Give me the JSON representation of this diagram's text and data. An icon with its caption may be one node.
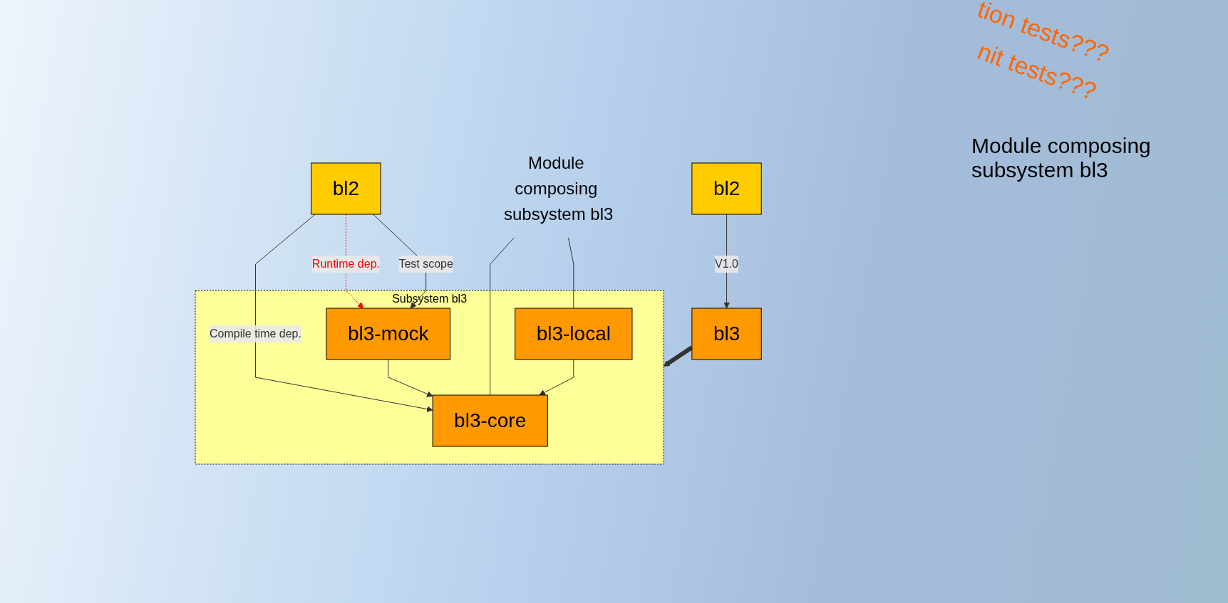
{
  "diagram": {
    "nodes": [
      {
        "text": [
          "bl2"
        ]
      },
      {
        "text": [
          "bl3"
        ]
      },
      {
        "text": [
          "bl2"
        ]
      },
      {
        "text": [
          "Subsystem bl3"
        ]
      },
      {
        "text": [
          "bl3-core"
        ],
        "in": 3
      },
      {
        "text": [
          "bl3-local"
        ],
        "in": 3
      },
      {
        "text": [
          "bl3-mock"
        ],
        "in": 3
      },
      {
        "text": [
          "Module composing subsystem bl3"
        ]
      }
    ],
    "edges": [
      {
        "from": 0,
        "to": 1,
        "arrow": "to",
        "label": "V1.0"
      },
      {
        "from": 2,
        "to": 4,
        "arrow": "to",
        "label": "Compile time dep."
      },
      {
        "from": 2,
        "to": 6,
        "arrow": "to",
        "label": "Runtime dep.",
        "style": "dashed",
        "color": "#ff0000"
      },
      {
        "from": 2,
        "to": 6,
        "arrow": "to",
        "label": "Test scope"
      },
      {
        "from": 5,
        "to": 4,
        "arrow": "to"
      },
      {
        "from": 6,
        "to": 4,
        "arrow": "to"
      },
      {
        "from": 7,
        "to": 4,
        "arrow": "none"
      },
      {
        "from": 7,
        "to": 5,
        "arrow": "none"
      },
      {
        "from": 1,
        "to": 3,
        "arrow": "to",
        "style": "thick"
      }
    ],
    "labels": [
      "tion tests???",
      "nit tests???",
      "Module composing subsystem bl3"
    ]
  }
}
